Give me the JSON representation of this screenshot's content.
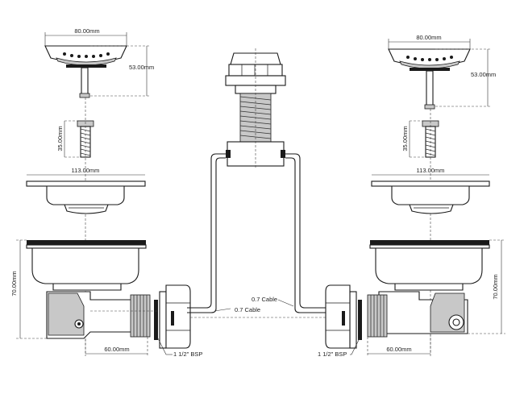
{
  "colors": {
    "line": "#1a1a1a",
    "fill_grey": "#c8c8c8",
    "background": "#ffffff"
  },
  "left_assembly": {
    "strainer_width": "80.00mm",
    "strainer_height": "53.00mm",
    "screw_length": "35.00mm",
    "flange_width": "113.00mm",
    "body_height": "70.00mm",
    "outlet_offset": "60.00mm",
    "thread_label": "1 1/2\" BSP"
  },
  "right_assembly": {
    "strainer_width": "80.00mm",
    "strainer_height": "53.00mm",
    "screw_length": "35.00mm",
    "flange_width": "113.00mm",
    "body_height": "70.00mm",
    "outlet_offset": "60.00mm",
    "thread_label": "1 1/2\" BSP"
  },
  "cables": {
    "upper_label": "0.7 Cable",
    "lower_label": "0.7 Cable"
  }
}
